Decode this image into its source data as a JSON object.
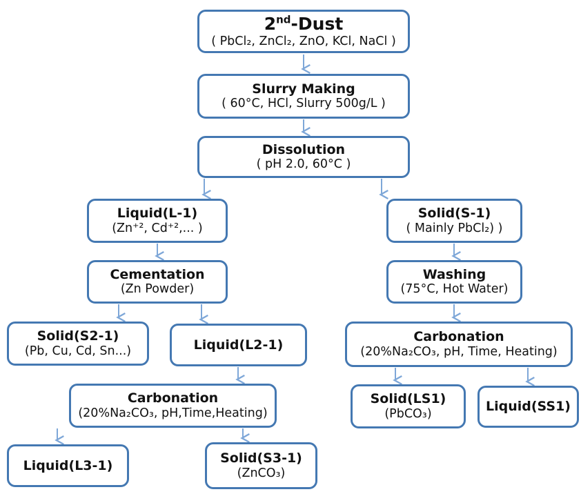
{
  "diagram": {
    "type": "flowchart",
    "description": "2nd-Dust hydrometallurgical treatment process flow",
    "colors": {
      "box_border": "#4478b2",
      "arrow": "#7ea7d8",
      "text": "#111111",
      "background": "#ffffff"
    }
  },
  "nodes": {
    "dust": {
      "title_pre": "2",
      "title_sup": "nd",
      "title_post": "-Dust",
      "subtitle": "( PbCl₂, ZnCl₂, ZnO, KCl, NaCl )"
    },
    "slurry": {
      "title": "Slurry Making",
      "subtitle": "( 60°C, HCl, Slurry 500g/L )"
    },
    "dissolution": {
      "title": "Dissolution",
      "subtitle": "( pH 2.0, 60°C )"
    },
    "liquid_l1": {
      "title": "Liquid(L-1)",
      "subtitle": "(Zn⁺², Cd⁺²,... )"
    },
    "solid_s1": {
      "title": "Solid(S-1)",
      "subtitle": "( Mainly  PbCl₂) )"
    },
    "cementation": {
      "title": "Cementation",
      "subtitle": "(Zn Powder)"
    },
    "washing": {
      "title": "Washing",
      "subtitle": "(75°C, Hot Water)"
    },
    "solid_s21": {
      "title": "Solid(S2-1)",
      "subtitle": "(Pb, Cu, Cd, Sn...)"
    },
    "liquid_l21": {
      "title": "Liquid(L2-1)"
    },
    "carbonation_right": {
      "title": "Carbonation",
      "subtitle": "(20%Na₂CO₃,  pH, Time, Heating)"
    },
    "carbonation_left": {
      "title": "Carbonation",
      "subtitle": "(20%Na₂CO₃,  pH,Time,Heating)"
    },
    "solid_ls1": {
      "title": "Solid(LS1)",
      "subtitle": "(PbCO₃)"
    },
    "liquid_ss1": {
      "title": "Liquid(SS1)"
    },
    "liquid_l31": {
      "title": "Liquid(L3-1)"
    },
    "solid_s31": {
      "title": "Solid(S3-1)",
      "subtitle": "(ZnCO₃)"
    }
  },
  "edges": [
    {
      "from": "dust",
      "to": "slurry"
    },
    {
      "from": "slurry",
      "to": "dissolution"
    },
    {
      "from": "dissolution",
      "to": "liquid_l1"
    },
    {
      "from": "dissolution",
      "to": "solid_s1"
    },
    {
      "from": "liquid_l1",
      "to": "cementation"
    },
    {
      "from": "solid_s1",
      "to": "washing"
    },
    {
      "from": "cementation",
      "to": "solid_s21"
    },
    {
      "from": "cementation",
      "to": "liquid_l21"
    },
    {
      "from": "washing",
      "to": "carbonation_right"
    },
    {
      "from": "liquid_l21",
      "to": "carbonation_left"
    },
    {
      "from": "carbonation_right",
      "to": "solid_ls1"
    },
    {
      "from": "carbonation_right",
      "to": "liquid_ss1"
    },
    {
      "from": "carbonation_left",
      "to": "liquid_l31"
    },
    {
      "from": "carbonation_left",
      "to": "solid_s31"
    }
  ]
}
